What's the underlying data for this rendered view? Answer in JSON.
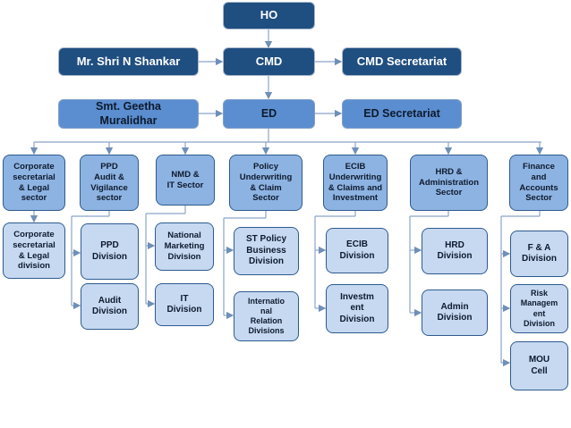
{
  "top": {
    "ho": "HO",
    "cmd": "CMD",
    "chairman": "Mr. Shri N Shankar",
    "cmd_secretariat": "CMD Secretariat",
    "ed": "ED",
    "ed_person": "Smt. Geetha\nMuralidhar",
    "ed_secretariat": "ED Secretariat"
  },
  "sectors": [
    {
      "label": "Corporate\nsecretarial\n& Legal\nsector",
      "divisions": [
        "Corporate\nsecretarial\n& Legal\ndivision"
      ]
    },
    {
      "label": "PPD\nAudit &\nVigilance\nsector",
      "divisions": [
        "PPD\nDivision",
        "Audit\nDivision"
      ]
    },
    {
      "label": "NMD &\nIT Sector",
      "divisions": [
        "National\nMarketing\nDivision",
        "IT\nDivision"
      ]
    },
    {
      "label": "Policy\nUnderwriting\n& Claim\nSector",
      "divisions": [
        "ST Policy\nBusiness\nDivision",
        "Internatio\nnal\nRelation\nDivisions"
      ]
    },
    {
      "label": "ECIB\nUnderwriting\n& Claims and\nInvestment",
      "divisions": [
        "ECIB\nDivision",
        "Investm\nent\nDivision"
      ]
    },
    {
      "label": "HRD &\nAdministration\nSector",
      "divisions": [
        "HRD\nDivision",
        "Admin\nDivision"
      ]
    },
    {
      "label": "Finance\nand\nAccounts\nSector",
      "divisions": [
        "F &  A\nDivision",
        "Risk\nManagem\nent\nDivision",
        "MOU\nCell"
      ]
    }
  ]
}
